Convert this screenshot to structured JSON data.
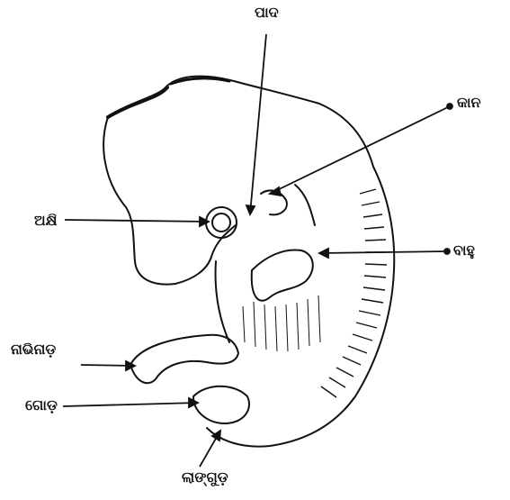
{
  "labels": {
    "pa": "ପାଦ",
    "kana": "କାନ",
    "akhi": "ଅକ୍ଷି",
    "bahu": "ବାହୁ",
    "nadi": "ନାଭିନାଡ଼",
    "god": "ଗୋଡ଼",
    "lanja": "ଲାଙ୍ଗୁଡ଼"
  },
  "colors": {
    "ink": "#111111",
    "background": "#ffffff"
  }
}
